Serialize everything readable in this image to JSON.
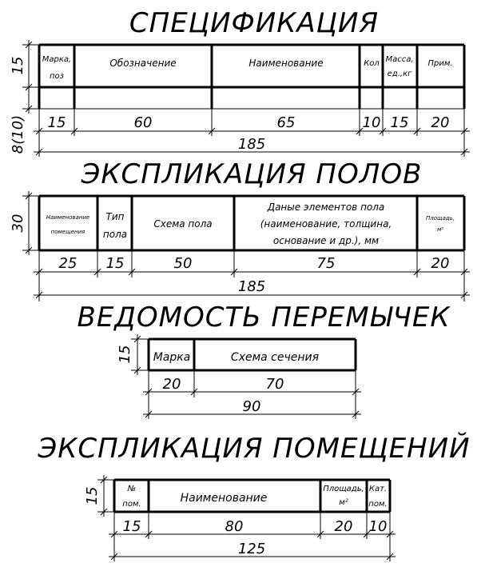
{
  "spec": {
    "title": "СПЕЦИФИКАЦИЯ",
    "headers": {
      "col1": [
        "Марка,",
        "поз"
      ],
      "col2": "Обозначение",
      "col3": "Наименование",
      "col4": "Кол",
      "col5": [
        "Масса,",
        "ед.,кг"
      ],
      "col6": "Прим."
    },
    "widths": [
      "15",
      "60",
      "65",
      "10",
      "15",
      "20"
    ],
    "total": "185",
    "row_height": "15",
    "row2_height": "8(10)"
  },
  "floors": {
    "title": "ЭКСПЛИКАЦИЯ ПОЛОВ",
    "headers": {
      "col1": [
        "Наименование",
        "помещения"
      ],
      "col2": [
        "Тип",
        "пола"
      ],
      "col3": "Схема пола",
      "col4": [
        "Даные элементов пола",
        "(наименование, толщина,",
        "основание и др.), мм"
      ],
      "col5": [
        "Площадь,",
        "м²"
      ]
    },
    "widths": [
      "25",
      "15",
      "50",
      "75",
      "20"
    ],
    "total": "185",
    "row_height": "30"
  },
  "lintels": {
    "title": "ВЕДОМОСТЬ ПЕРЕМЫЧЕК",
    "headers": {
      "col1": "Марка",
      "col2": "Схема сечения"
    },
    "widths": [
      "20",
      "70"
    ],
    "total": "90",
    "row_height": "15"
  },
  "rooms": {
    "title": "ЭКСПЛИКАЦИЯ ПОМЕЩЕНИЙ",
    "headers": {
      "col1": [
        "№",
        "пом."
      ],
      "col2": "Наименование",
      "col3": [
        "Площадь,",
        "м²"
      ],
      "col4": [
        "Кат.",
        "пом."
      ]
    },
    "widths": [
      "15",
      "80",
      "20",
      "10"
    ],
    "total": "125",
    "row_height": "15"
  }
}
